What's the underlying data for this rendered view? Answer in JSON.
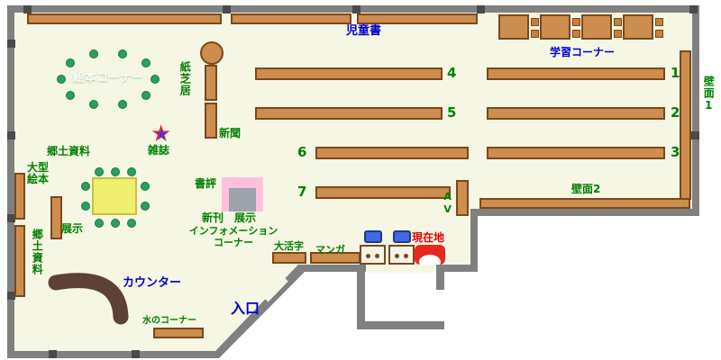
{
  "labels": {
    "childrens_books": "児童書",
    "study_corner": "学習コーナー",
    "picture_book_corner": "絵本コーナー",
    "kamishibai": "紙芝居",
    "newspaper": "新聞",
    "magazine": "雑誌",
    "local_materials_upper": "郷土資料",
    "large_picture_books": "大型絵本",
    "exhibit_left": "展示",
    "local_materials_lower": "郷土資料",
    "book_review": "書評",
    "new_books": "新刊",
    "exhibit_center": "展示",
    "information_line1": "インフォメーション",
    "information_line2": "コーナー",
    "large_print": "大活字",
    "manga": "マンガ",
    "current_location": "現在地",
    "counter": "カウンター",
    "water_corner": "水のコーナー",
    "entrance": "入口",
    "wall_1": "壁面1",
    "wall_2": "壁面2",
    "av": "AV"
  },
  "shelf_numbers": {
    "n1": "1",
    "n2": "2",
    "n3": "3",
    "n4": "4",
    "n5": "5",
    "n6": "6",
    "n7": "7"
  },
  "icons": {
    "magazine_marker": "star-icon",
    "current_location_marker": "you-are-here-icon"
  },
  "colors": {
    "floor": "#f6f6e4",
    "wall": "#808080",
    "shelf": "#cd8d4e",
    "shelf_border": "#7a481c",
    "label_green": "#008000",
    "label_blue": "#0000cd",
    "current_red": "#e60000",
    "table_yellow": "#f0ee6e",
    "display_pink": "#ffc0dd",
    "counter_brown": "#5d4037"
  }
}
